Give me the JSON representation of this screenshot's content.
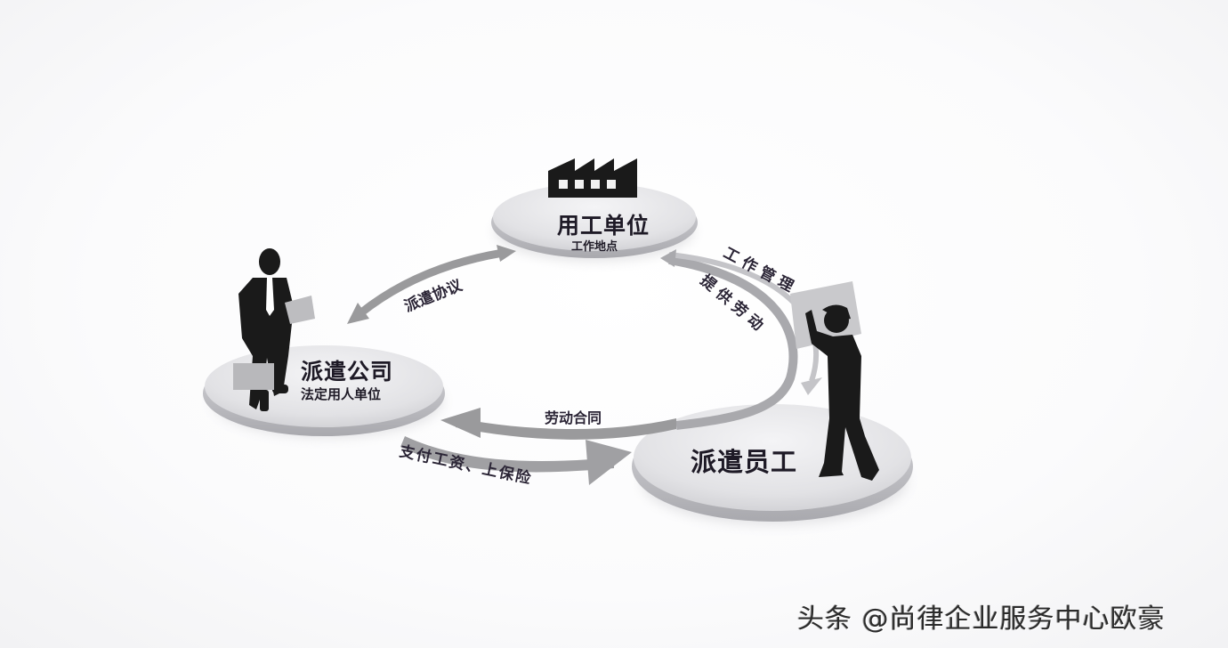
{
  "diagram": {
    "nodes": {
      "employer": {
        "title": "用工单位",
        "subtitle": "工作地点",
        "icon": "factory-icon"
      },
      "agency": {
        "title": "派遣公司",
        "subtitle": "法定用人单位",
        "icon": "businessman-icon"
      },
      "worker": {
        "title": "派遣员工",
        "icon": "worker-icon"
      }
    },
    "edges": {
      "agency_employer": {
        "label": "派遣协议",
        "direction": "bidirectional"
      },
      "worker_employer_1": {
        "label": "工作管理"
      },
      "worker_employer_2": {
        "label": "提供劳动"
      },
      "worker_agency": {
        "label": "劳动合同"
      },
      "agency_worker": {
        "label": "支付工资、上保险"
      }
    },
    "colors": {
      "arrow": "#9a9a9c",
      "disc": "#e6e6e8",
      "silhouette": "#1a1a1a",
      "text": "#1e1a26"
    }
  },
  "watermark": {
    "text": "头条 @尚律企业服务中心欧豪"
  }
}
